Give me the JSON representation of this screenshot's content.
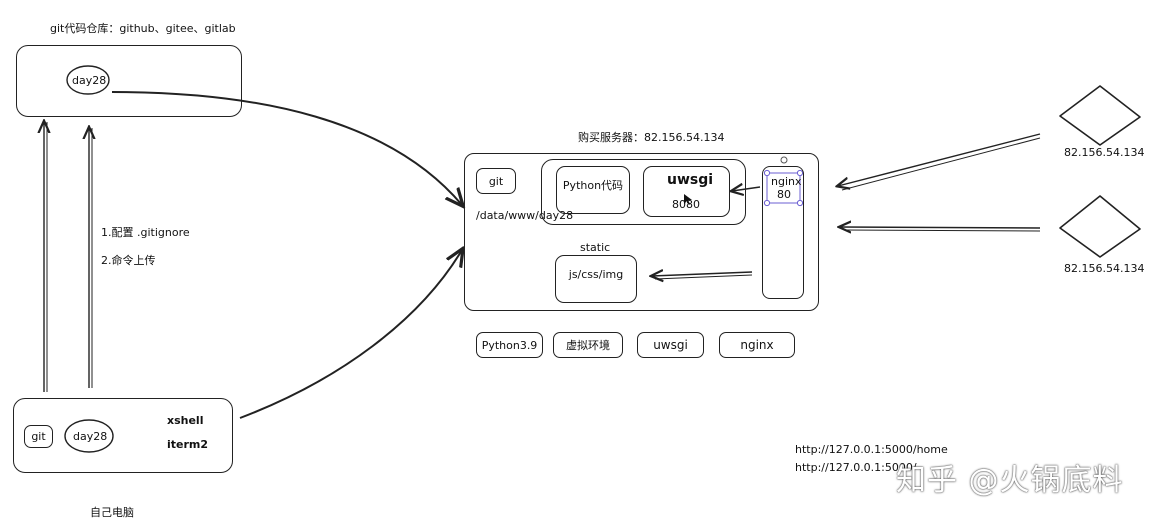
{
  "repo": {
    "title": "git代码仓库：github、gitee、gitlab",
    "node_label": "day28"
  },
  "steps": {
    "step1": "1.配置 .gitignore",
    "step2": "2.命令上传"
  },
  "local": {
    "git_label": "git",
    "node_label": "day28",
    "tool1": "xshell",
    "tool2": "iterm2",
    "caption": "自己电脑"
  },
  "server": {
    "title": "购买服务器：82.156.54.134",
    "git_label": "git",
    "path": "/data/www/day28",
    "python_code": "Python代码",
    "uwsgi_name": "uwsgi",
    "uwsgi_port": "8080",
    "nginx_name": "nginx",
    "nginx_port": "80",
    "static_label": "static",
    "static_box": "js/css/img"
  },
  "stack": [
    "Python3.9",
    "虚拟环境",
    "uwsgi",
    "nginx"
  ],
  "clients": {
    "ip1": "82.156.54.134",
    "ip2": "82.156.54.134"
  },
  "urls": {
    "url1": "http://127.0.0.1:5000/home",
    "url2": "http://127.0.0.1:5000/"
  },
  "watermark": "知乎 @火锅底料"
}
